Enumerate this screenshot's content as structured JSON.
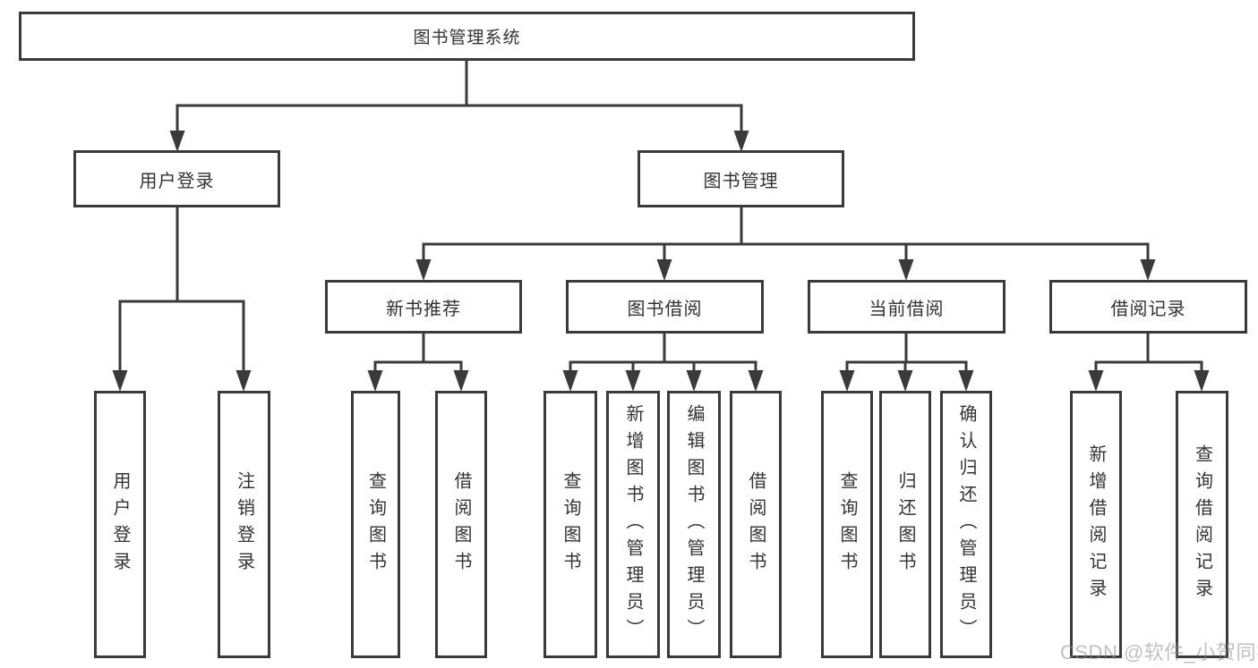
{
  "diagram": {
    "root": "图书管理系统",
    "level2": {
      "user_login": "用户登录",
      "book_management": "图书管理"
    },
    "level3": {
      "new_book": "新书推荐",
      "book_borrow": "图书借阅",
      "current_borrow": "当前借阅",
      "borrow_records": "借阅记录"
    },
    "leaves": {
      "user_login": [
        "用户登录",
        "注销登录"
      ],
      "new_book": [
        "查询图书",
        "借阅图书"
      ],
      "book_borrow": [
        "查询图书",
        "新增图书（管理员）",
        "编辑图书（管理员）",
        "借阅图书"
      ],
      "current_borrow": [
        "查询图书",
        "归还图书",
        "确认归还（管理员）"
      ],
      "borrow_records": [
        "新增借阅记录",
        "查询借阅记录"
      ]
    }
  },
  "watermark": "CSDN @软件_小贺同学",
  "colors": {
    "line": "#3a3a3a",
    "text": "#333333",
    "watermark": "#c4c4c4",
    "background": "#ffffff"
  }
}
